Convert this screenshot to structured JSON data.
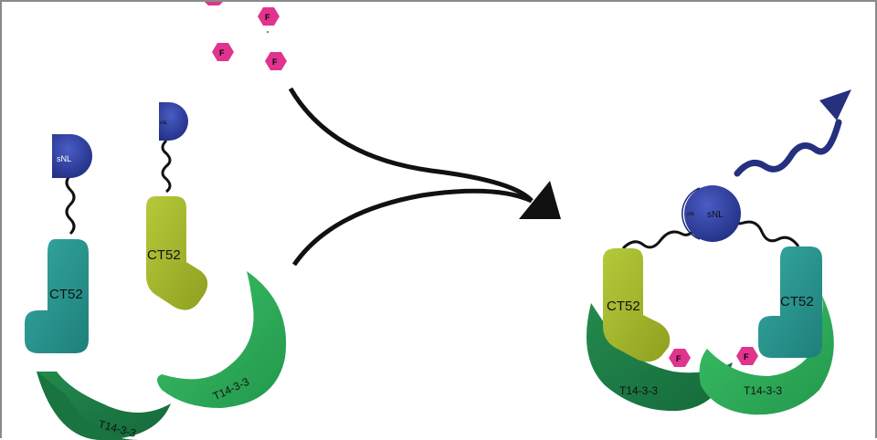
{
  "colors": {
    "snl": "#2f3f9a",
    "ct52_teal": "#27948f",
    "ct52_olive": "#a3b82a",
    "t1433_dark": "#1d7d45",
    "t1433_light": "#2fae5a",
    "fusicoccin": "#e0348f",
    "arrow": "#111111",
    "signal": "#25307f"
  },
  "icons": {
    "fusicoccin": "hexagon-icon",
    "reaction_arrow": "arrow-icon",
    "light_signal": "wavy-arrow-icon"
  },
  "left": {
    "snl_a": "sNL",
    "snl_b": "sNL",
    "ct52_a": "CT52",
    "ct52_b": "CT52",
    "t1433_a": "T14-3-3",
    "t1433_b": "T14-3-3"
  },
  "fusicoccin_label": "F",
  "right": {
    "snl_main": "sNL",
    "snl_small": "sNL",
    "ct52_a": "CT52",
    "ct52_b": "CT52",
    "t1433_a": "T14-3-3",
    "t1433_b": "T14-3-3",
    "f_a": "F",
    "f_b": "F"
  }
}
